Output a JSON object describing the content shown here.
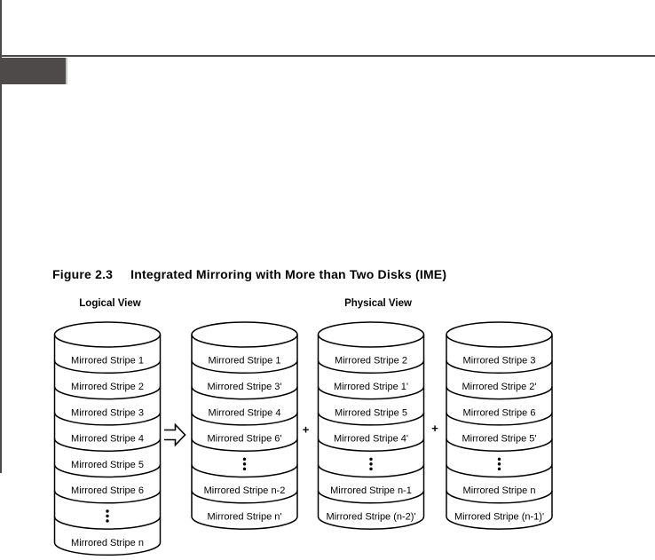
{
  "page": {
    "background": "#ffffff",
    "rule_color": "#4b4848",
    "chapter_tab_color": "#4d4a49",
    "line_color": "#000000"
  },
  "figure": {
    "number": "Figure 2.3",
    "title": "Integrated Mirroring with More than Two Disks (IME)",
    "logical_view_label": "Logical View",
    "physical_view_label": "Physical View",
    "plus_sign": "+",
    "transform_arrow_icon": "double-right-arrow-icon",
    "ellipsis_icon": "vertical-ellipsis"
  },
  "diagram": {
    "disks": [
      {
        "name": "logical-disk",
        "stripes": [
          "Mirrored Stripe 1",
          "Mirrored Stripe 2",
          "Mirrored Stripe 3",
          "Mirrored Stripe 4",
          "Mirrored Stripe 5",
          "Mirrored Stripe 6",
          "⋮",
          "Mirrored Stripe n"
        ]
      },
      {
        "name": "physical-disk-1",
        "stripes": [
          "Mirrored Stripe 1",
          "Mirrored Stripe 3'",
          "Mirrored Stripe 4",
          "Mirrored Stripe 6'",
          "⋮",
          "Mirrored Stripe n-2",
          "Mirrored Stripe n'"
        ]
      },
      {
        "name": "physical-disk-2",
        "stripes": [
          "Mirrored Stripe 2",
          "Mirrored Stripe 1'",
          "Mirrored Stripe 5",
          "Mirrored Stripe 4'",
          "⋮",
          "Mirrored Stripe n-1",
          "Mirrored Stripe (n-2)'"
        ]
      },
      {
        "name": "physical-disk-3",
        "stripes": [
          "Mirrored Stripe 3",
          "Mirrored Stripe 2'",
          "Mirrored Stripe 6",
          "Mirrored Stripe 5'",
          "⋮",
          "Mirrored Stripe n",
          "Mirrored Stripe (n-1)'"
        ]
      }
    ]
  }
}
